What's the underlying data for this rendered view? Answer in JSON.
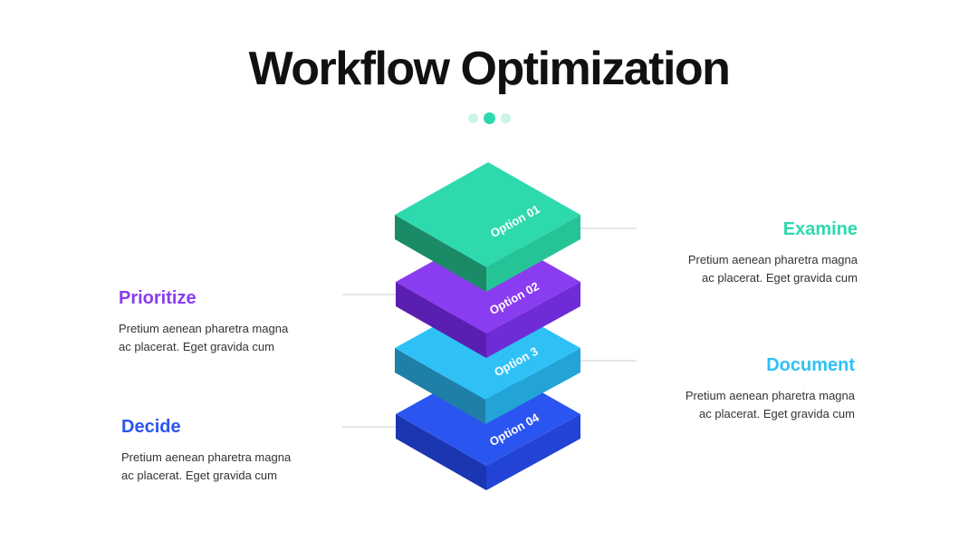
{
  "title": "Workflow Optimization",
  "colors": {
    "option1": "#2ed9ae",
    "option2": "#8a3cf0",
    "option3": "#2fc1f5",
    "option4": "#2b55f0"
  },
  "layers": [
    {
      "label": "Option 01"
    },
    {
      "label": "Option 02"
    },
    {
      "label": "Option 3"
    },
    {
      "label": "Option 04"
    }
  ],
  "items": [
    {
      "heading": "Examine",
      "line1": "Pretium aenean pharetra magna",
      "line2": "ac placerat. Eget gravida cum"
    },
    {
      "heading": "Prioritize",
      "line1": "Pretium aenean pharetra magna",
      "line2": "ac placerat. Eget gravida cum"
    },
    {
      "heading": "Document",
      "line1": "Pretium aenean pharetra magna",
      "line2": "ac placerat. Eget gravida cum"
    },
    {
      "heading": "Decide",
      "line1": "Pretium aenean pharetra magna",
      "line2": "ac placerat. Eget gravida cum"
    }
  ]
}
